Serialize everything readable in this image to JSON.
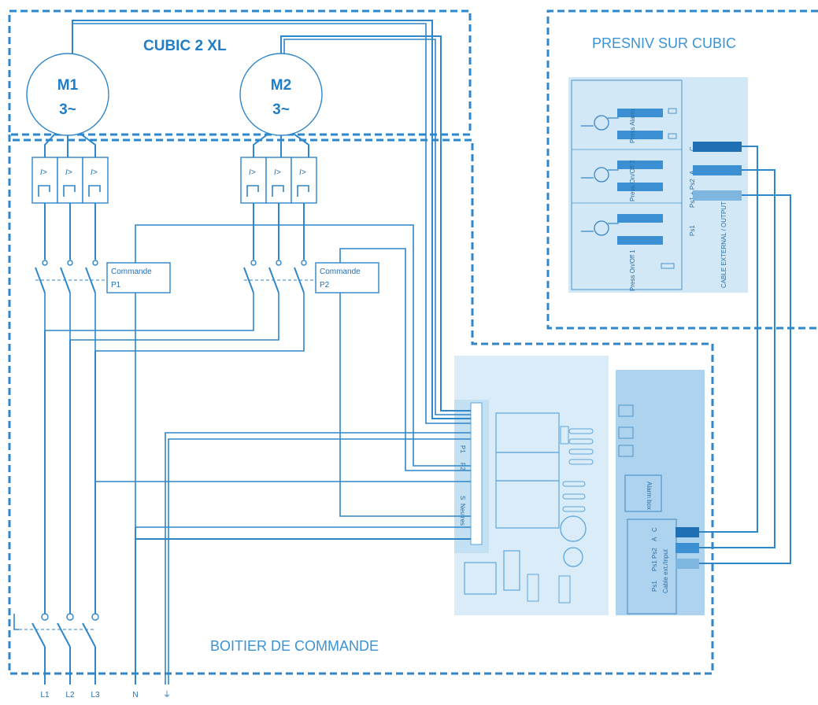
{
  "zones": {
    "cubic_title": "CUBIC 2 XL",
    "presniv_title": "PRESNIV SUR CUBIC",
    "boitier_title": "BOITIER DE COMMANDE"
  },
  "motors": [
    {
      "name": "M1",
      "phase": "3~"
    },
    {
      "name": "M2",
      "phase": "3~"
    }
  ],
  "commands": [
    {
      "line1": "Commande",
      "line2": "P1"
    },
    {
      "line1": "Commande",
      "line2": "P2"
    }
  ],
  "terminals": [
    "L1",
    "L2",
    "L3",
    "N",
    "⏚"
  ],
  "presniv_board": {
    "switch_labels": [
      "Press Alarm",
      "Press On/Off 2",
      "Press On/Off 1"
    ],
    "signal_labels": [
      "Ps1",
      "Ps1 + Ps2",
      "A",
      "C"
    ],
    "cable_label": "CABLE EXTERNAL / OUTPUT"
  },
  "control_board": {
    "labels": [
      "P1",
      "P2",
      "S",
      "Neutres"
    ],
    "alarm_label": "Alarm box",
    "cable_label": "Cable ext./Input",
    "signal_labels": [
      "Ps1",
      "Ps1 Ps2",
      "A",
      "C"
    ]
  },
  "colors": {
    "line": "#2f86c9",
    "photo_bg": "#d2e8f6",
    "photo_dark": "#aed3ee",
    "connector_dark": "#1f6fb5",
    "connector_light": "#7fb6e0"
  }
}
